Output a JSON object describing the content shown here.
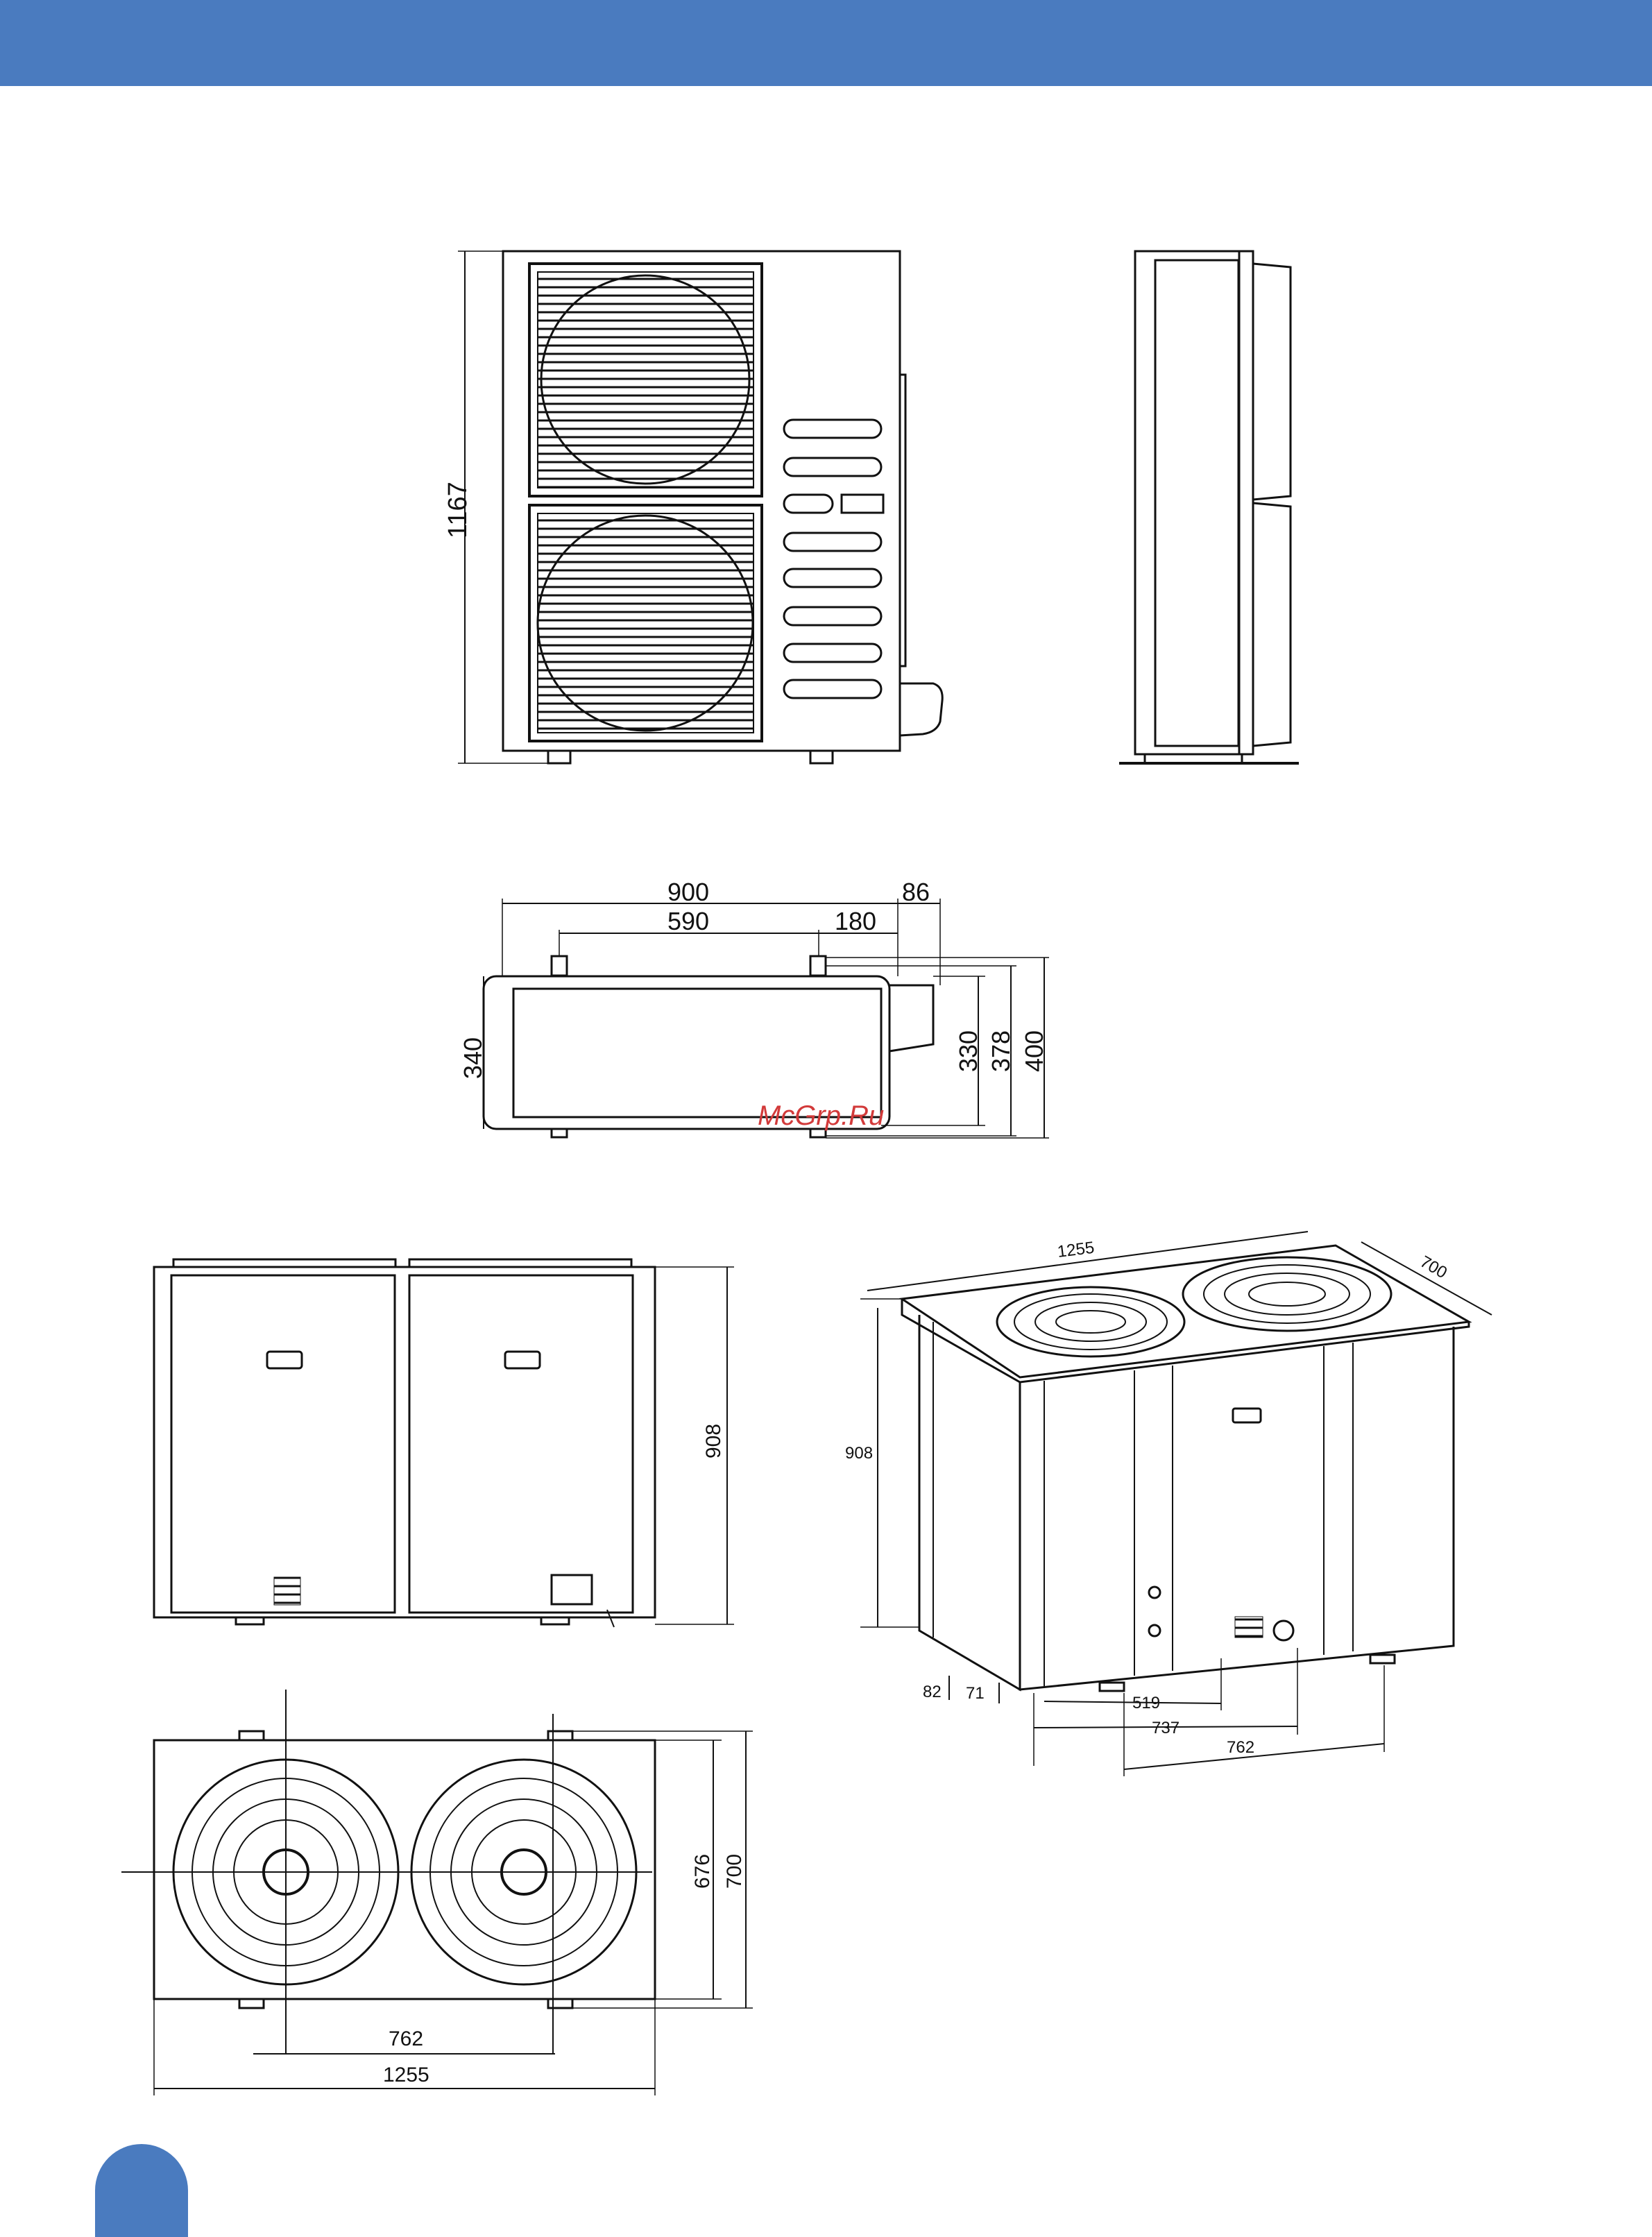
{
  "colors": {
    "header_bar": "#4a7bbf",
    "badge": "#4a7bbf",
    "line": "#111111",
    "watermark": "#d23a3a"
  },
  "watermark": "McGrp.Ru",
  "unit_small": {
    "front_height": "1167",
    "top_width": "900",
    "top_offset": "86",
    "foot_spacing": "590",
    "foot_offset": "180",
    "depth": "340",
    "depth_330": "330",
    "depth_378": "378",
    "depth_400": "400"
  },
  "unit_large": {
    "front_height": "908",
    "plan_depth_inner": "676",
    "plan_depth": "700",
    "plan_foot_spacing": "762",
    "plan_width": "1255",
    "iso_width": "1255",
    "iso_depth": "700",
    "iso_height": "908",
    "iso_foot_height": "82",
    "iso_offset": "71",
    "iso_519": "519",
    "iso_737": "737",
    "iso_762": "762"
  }
}
